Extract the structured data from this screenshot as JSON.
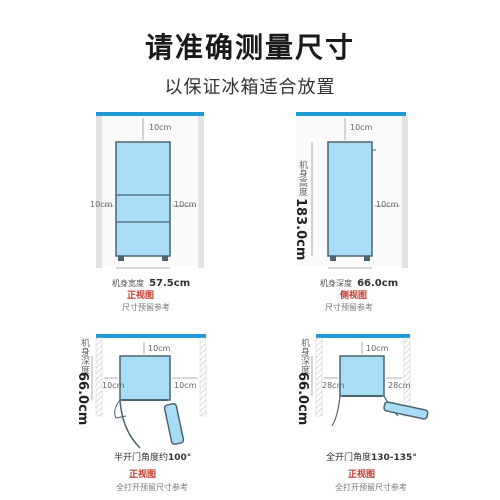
{
  "title": "请准确测量尺寸",
  "subtitle": "以保证冰箱适合放置",
  "colors": {
    "fridge_fill": "#a9dcf5",
    "fridge_stroke": "#4a6470",
    "wall": "#e4e4e4",
    "wall_border": "#1f9ad6",
    "accent_red": "#c0392b"
  },
  "panels": {
    "front": {
      "top_gap": "10cm",
      "left_gap": "10cm",
      "right_gap": "10cm",
      "width_label": "机身宽度",
      "width_value": "57.5cm",
      "view_name": "正视图",
      "note": "尺寸预留参考"
    },
    "side": {
      "top_gap": "10cm",
      "right_gap": "10cm",
      "height_label": "机身高度",
      "height_value": "183.0cm",
      "depth_label": "机身深度",
      "depth_value": "66.0cm",
      "view_name": "侧视图",
      "note": "尺寸预留参考"
    },
    "top_left": {
      "top_gap": "10cm",
      "left_gap": "10cm",
      "right_gap": "10cm",
      "depth_label": "机身深度",
      "depth_value": "66.0cm",
      "angle_prefix": "半开门角度约",
      "angle_value": "100°",
      "view_name": "正视图",
      "note": "全打开预留尺寸参考"
    },
    "top_right": {
      "top_gap": "10cm",
      "left_gap": "28cm",
      "right_gap": "28cm",
      "depth_label": "机身深度",
      "depth_value": "66.0cm",
      "angle_prefix": "全开门角度",
      "angle_value": "130-135°",
      "view_name": "正视图",
      "note": "全打开预留尺寸参考"
    }
  }
}
